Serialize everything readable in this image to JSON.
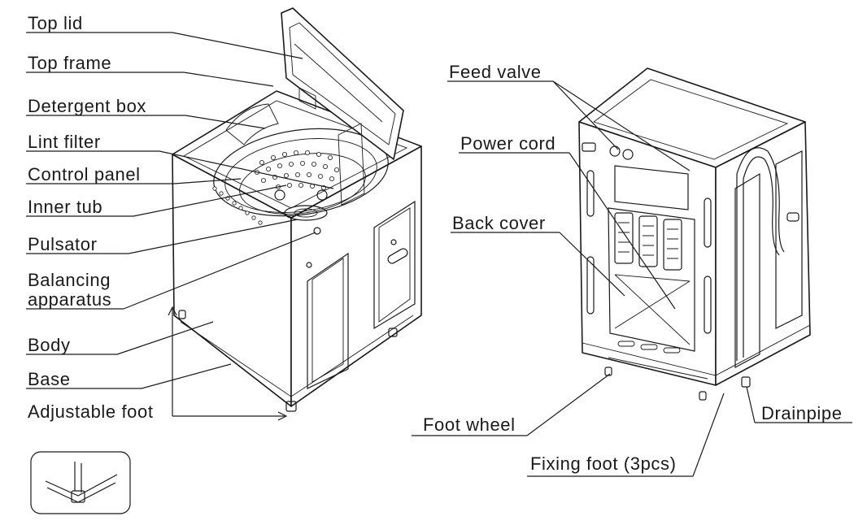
{
  "left_labels": [
    {
      "id": "top-lid",
      "text": "Top lid"
    },
    {
      "id": "top-frame",
      "text": "Top frame"
    },
    {
      "id": "detergent-box",
      "text": "Detergent box"
    },
    {
      "id": "lint-filter",
      "text": "Lint filter"
    },
    {
      "id": "control-panel",
      "text": "Control panel"
    },
    {
      "id": "inner-tub",
      "text": "Inner tub"
    },
    {
      "id": "pulsator",
      "text": "Pulsator"
    },
    {
      "id": "balancing-apparatus",
      "text": "Balancing\napparatus"
    },
    {
      "id": "body",
      "text": "Body"
    },
    {
      "id": "base",
      "text": "Base"
    },
    {
      "id": "adjustable-foot",
      "text": "Adjustable foot"
    }
  ],
  "right_labels": [
    {
      "id": "feed-valve",
      "text": "Feed valve"
    },
    {
      "id": "power-cord",
      "text": "Power cord"
    },
    {
      "id": "back-cover",
      "text": "Back cover"
    },
    {
      "id": "foot-wheel",
      "text": "Foot wheel"
    },
    {
      "id": "drainpipe",
      "text": "Drainpipe"
    },
    {
      "id": "fixing-foot",
      "text": "Fixing foot (3pcs)"
    }
  ]
}
